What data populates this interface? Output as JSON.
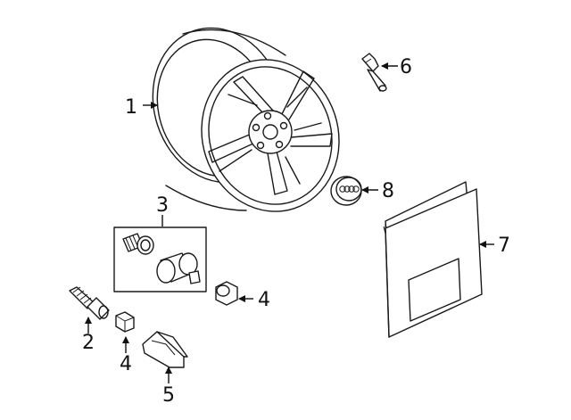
{
  "callouts": {
    "p1": "1",
    "p2": "2",
    "p3": "3",
    "p4a": "4",
    "p4b": "4",
    "p5": "5",
    "p6": "6",
    "p7": "7",
    "p8": "8"
  },
  "colors": {
    "line": "#1a1a1a",
    "background": "#ffffff"
  }
}
